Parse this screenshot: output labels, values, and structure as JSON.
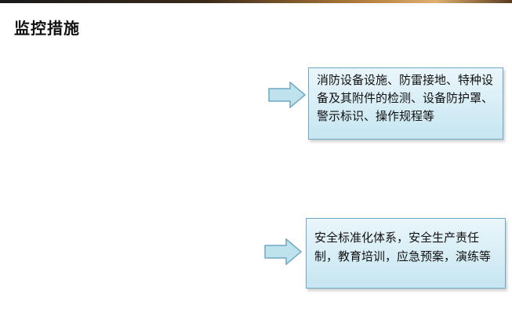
{
  "page": {
    "title": "监控措施"
  },
  "boxes": [
    {
      "text": "消防设备设施、防雷接地、特种设备及其附件的检测、设备防护罩、警示标识、操作规程等"
    },
    {
      "text": "安全标准化体系，安全生产责任制，教育培训，应急预案，演练等"
    }
  ],
  "colors": {
    "arrow_fill": "#bfe3ee",
    "arrow_stroke": "#6fa8c4",
    "box_border": "#6fa8c4",
    "box_bg_top": "#eaf6fb",
    "box_bg_bottom": "#c6e6f1"
  }
}
